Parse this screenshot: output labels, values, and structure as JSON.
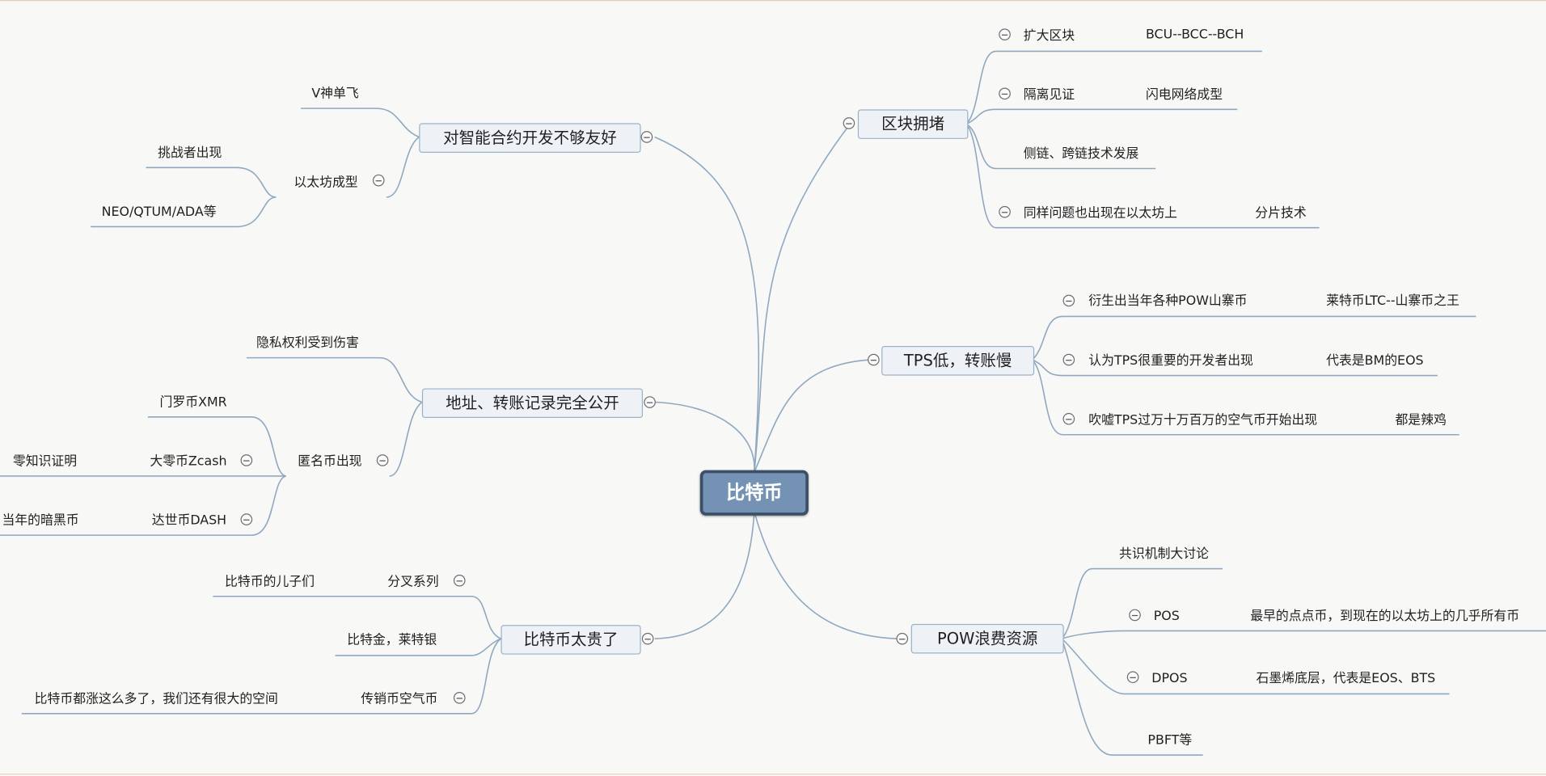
{
  "center": "比特币",
  "topics": [
    {
      "label": "对智能合约开发不够友好",
      "children": [
        "V神单飞",
        "以太坊成型"
      ],
      "grandchildren": [
        "挑战者出现",
        "NEO/QTUM/ADA等"
      ]
    },
    {
      "label": "区块拥堵",
      "children": [
        "扩大区块",
        "隔离见证",
        "侧链、跨链技术发展",
        "同样问题也出现在以太坊上"
      ],
      "grandchildren": [
        "BCU--BCC--BCH",
        "闪电网络成型",
        "分片技术"
      ]
    },
    {
      "label": "TPS低，转账慢",
      "children": [
        "衍生出当年各种POW山寨币",
        "认为TPS很重要的开发者出现",
        "吹嘘TPS过万十万百万的空气币开始出现"
      ],
      "grandchildren": [
        "莱特币LTC--山寨币之王",
        "代表是BM的EOS",
        "都是辣鸡"
      ]
    },
    {
      "label": "地址、转账记录完全公开",
      "children": [
        "隐私权利受到伤害",
        "匿名币出现"
      ],
      "grandchildren": [
        "门罗币XMR",
        "大零币Zcash",
        "零知识证明",
        "达世币DASH",
        "当年的暗黑币"
      ]
    },
    {
      "label": "POW浪费资源",
      "children": [
        "共识机制大讨论",
        "POS",
        "DPOS",
        "PBFT等"
      ],
      "grandchildren": [
        "最早的点点币，到现在的以太坊上的几乎所有币",
        "石墨烯底层，代表是EOS、BTS"
      ]
    },
    {
      "label": "比特币太贵了",
      "children": [
        "分叉系列",
        "比特金，莱特银",
        "传销币空气币"
      ],
      "grandchildren": [
        "比特币的儿子们",
        "比特币都涨这么多了，我们还有很大的空间"
      ]
    }
  ]
}
